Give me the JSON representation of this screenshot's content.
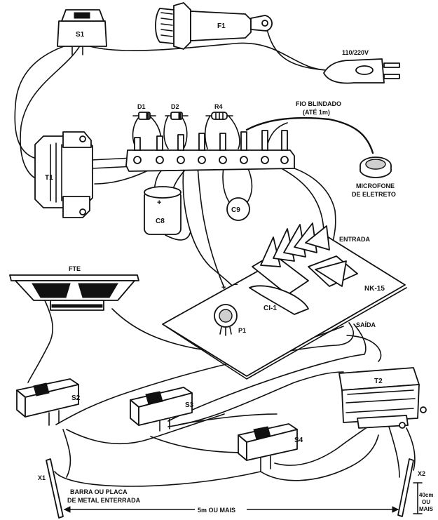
{
  "labels": {
    "s1": "S1",
    "f1": "F1",
    "mains": "110/220V",
    "d1": "D1",
    "d2": "D2",
    "r4": "R4",
    "shielded_wire_1": "FIO BLINDADO",
    "shielded_wire_2": "(ATÉ 1m)",
    "mic_1": "MICROFONE",
    "mic_2": "DE ELETRETO",
    "t1": "T1",
    "c8": "C8",
    "c8_plus": "+",
    "c9": "C9",
    "entrada": "ENTRADA",
    "fte": "FTE",
    "nk15": "NK-15",
    "ci1": "CI-1",
    "plus": "+",
    "minus": "−",
    "p1": "P1",
    "saida": "SAÍDA",
    "t2": "T2",
    "s2": "S2",
    "s3": "S3",
    "s4": "S4",
    "x1": "X1",
    "x2": "X2",
    "barra_1": "BARRA OU PLACA",
    "barra_2": "DE METAL ENTERRADA",
    "distance": "5m OU MAIS",
    "depth_1": "40cm",
    "depth_2": "OU",
    "depth_3": "MAIS"
  }
}
